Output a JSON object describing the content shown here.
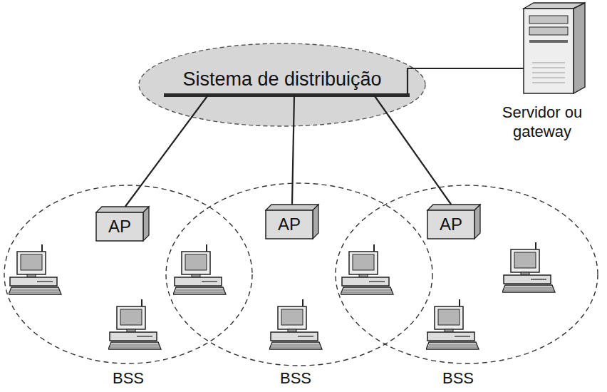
{
  "diagram": {
    "nodes": [
      {
        "text": [
          "Sistema de distribuição"
        ]
      },
      {
        "text": [
          "Servidor ou gateway"
        ]
      },
      {
        "text": [
          "BSS"
        ]
      },
      {
        "text": [
          "AP"
        ],
        "in": 2
      },
      {
        "text": [
          "BSS"
        ]
      },
      {
        "text": [
          "AP"
        ],
        "in": 4
      },
      {
        "text": [
          "BSS"
        ]
      },
      {
        "text": [
          "AP"
        ],
        "in": 6
      }
    ],
    "edges": [
      {
        "from": 0,
        "to": 1,
        "arrow": "none"
      },
      {
        "from": 0,
        "to": 3,
        "arrow": "none"
      },
      {
        "from": 0,
        "to": 5,
        "arrow": "none"
      },
      {
        "from": 0,
        "to": 7,
        "arrow": "none"
      }
    ]
  }
}
